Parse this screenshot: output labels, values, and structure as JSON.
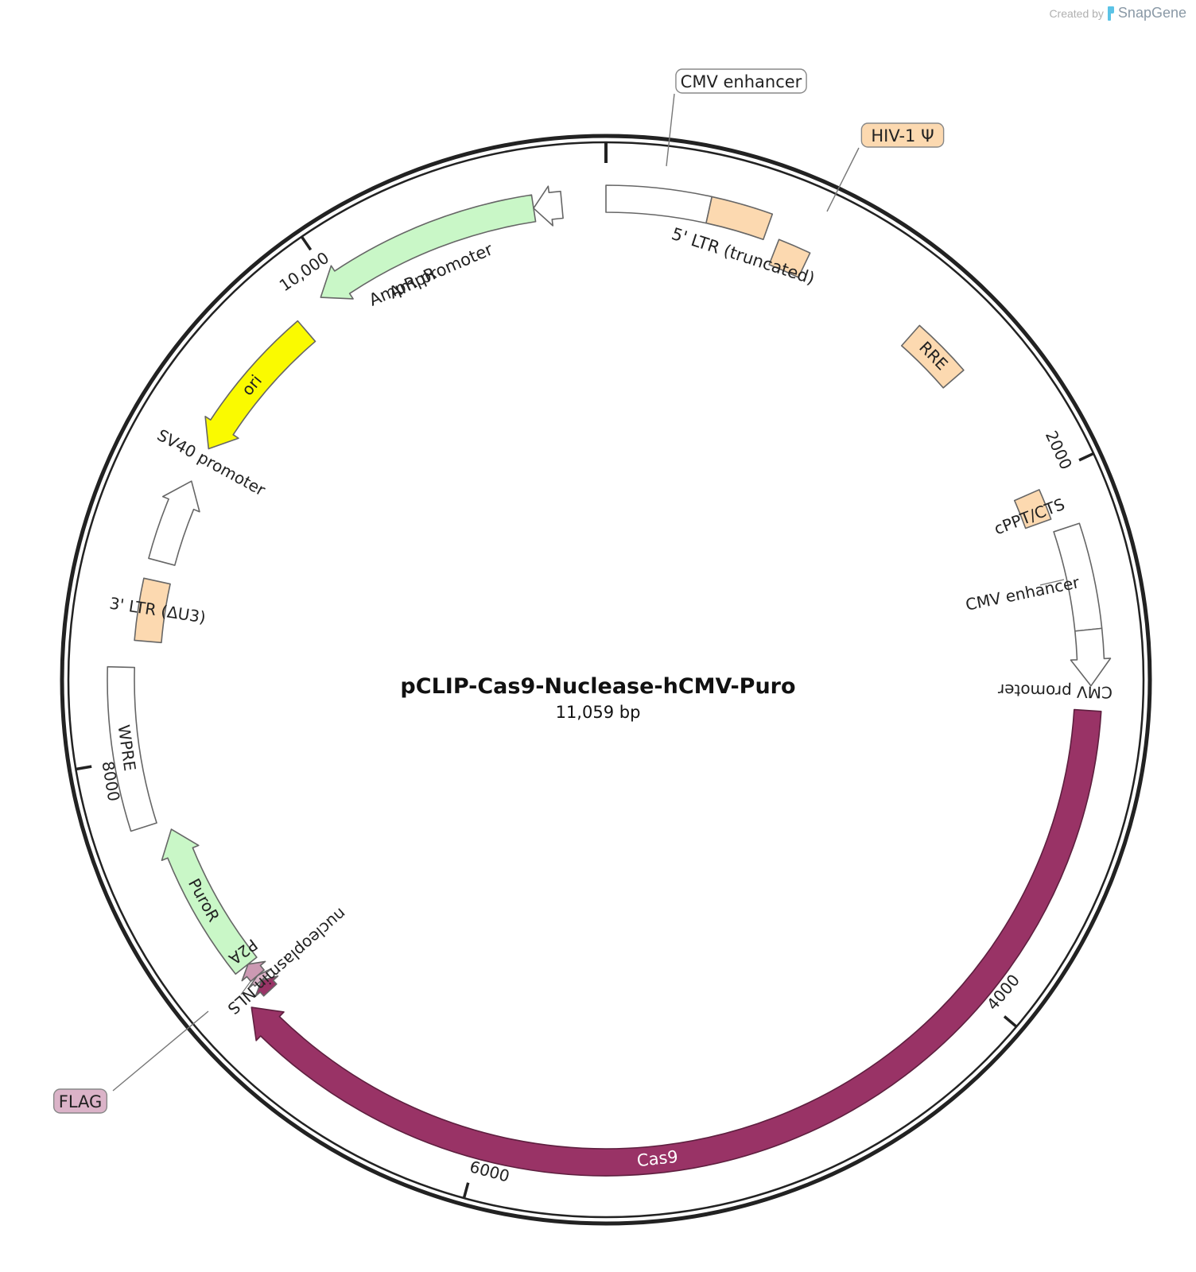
{
  "title": "pCLIP-Cas9-Nuclease-hCMV-Puro",
  "size_label": "11,059 bp",
  "length_bp": 11059,
  "brand": {
    "prefix": "Created by",
    "name": "SnapGene"
  },
  "ticks": [
    {
      "bp": 0,
      "label": ""
    },
    {
      "bp": 2000,
      "label": "2000"
    },
    {
      "bp": 4000,
      "label": "4000"
    },
    {
      "bp": 6000,
      "label": "6000"
    },
    {
      "bp": 8000,
      "label": "8000"
    },
    {
      "bp": 10000,
      "label": "10,000"
    }
  ],
  "colors": {
    "backbone": "#222222",
    "ltr": "#fcd9b0",
    "white_feature": "#ffffff",
    "green_cds": "#c9f7c7",
    "ori": "#fafa00",
    "cas9": "#993366",
    "flag": "#dbb3c8",
    "p2a": "#cc99b3",
    "nls": "#993366",
    "outline": "#666666",
    "label": "#222222"
  },
  "features": [
    {
      "name": "CMV enhancer",
      "start": 11059,
      "end": 11439,
      "direction": 0,
      "color": "white_feature",
      "label": "CMV enhancer",
      "callout": true
    },
    {
      "name": "5' LTR (truncated)",
      "start": 11439,
      "end": 11663,
      "direction": 0,
      "color": "ltr",
      "label": "5' LTR (truncated)",
      "callout": false
    },
    {
      "name": "HIV-1 Psi",
      "start": 11718,
      "end": 11844,
      "direction": 0,
      "color": "ltr",
      "label": "HIV-1 Ψ",
      "callout": true
    },
    {
      "name": "RRE",
      "start": 12334,
      "end": 12568,
      "direction": 0,
      "color": "ltr",
      "label": "RRE",
      "callout": false
    },
    {
      "name": "cPPT/CTS",
      "start": 13096,
      "end": 13214,
      "direction": 0,
      "color": "ltr",
      "label": "cPPT/CTS",
      "callout": false
    },
    {
      "name": "CMV enhancer 2",
      "start": 13262,
      "end": 13642,
      "direction": 0,
      "color": "white_feature",
      "label": "CMV enhancer",
      "callout": false
    },
    {
      "name": "CMV promoter",
      "start": 13642,
      "end": 13846,
      "direction": 1,
      "color": "white_feature",
      "label": "CMV promoter",
      "callout": false
    },
    {
      "name": "Cas9",
      "start": 13936,
      "end": 18040,
      "direction": 1,
      "color": "cas9",
      "label": "Cas9",
      "callout": false
    },
    {
      "name": "nucleoplasmin NLS",
      "start": 18040,
      "end": 18090,
      "direction": 1,
      "color": "nls",
      "label": "nucleoplasmin NLS",
      "callout": false
    },
    {
      "name": "FLAG",
      "start": 18090,
      "end": 18114,
      "direction": 1,
      "color": "flag",
      "label": "FLAG",
      "callout": true
    },
    {
      "name": "P2A",
      "start": 18114,
      "end": 18171,
      "direction": 1,
      "color": "p2a",
      "label": "P2A",
      "callout": false
    },
    {
      "name": "PuroR",
      "start": 18171,
      "end": 18770,
      "direction": 1,
      "color": "green_cds",
      "label": "PuroR",
      "callout": false
    },
    {
      "name": "WPRE",
      "start": 18810,
      "end": 19399,
      "direction": 0,
      "color": "white_feature",
      "label": "WPRE",
      "callout": false
    },
    {
      "name": "3' LTR (dU3)",
      "start": 19500,
      "end": 19734,
      "direction": 0,
      "color": "ltr",
      "label": "3' LTR (ΔU3)",
      "callout": false
    },
    {
      "name": "SV40 promoter",
      "start": 19810,
      "end": 20140,
      "direction": 1,
      "color": "white_feature",
      "label": "SV40 promoter",
      "callout": false
    },
    {
      "name": "ori",
      "start": 20280,
      "end": 20869,
      "direction": -1,
      "color": "ori",
      "label": "ori",
      "callout": false
    },
    {
      "name": "AmpR",
      "start": 20990,
      "end": 21850,
      "direction": -1,
      "color": "green_cds",
      "label": "AmpR",
      "callout": false
    },
    {
      "name": "AmpR promoter",
      "start": 21850,
      "end": 21955,
      "direction": -1,
      "color": "white_feature",
      "label": "AmpR promoter",
      "callout": false
    }
  ]
}
